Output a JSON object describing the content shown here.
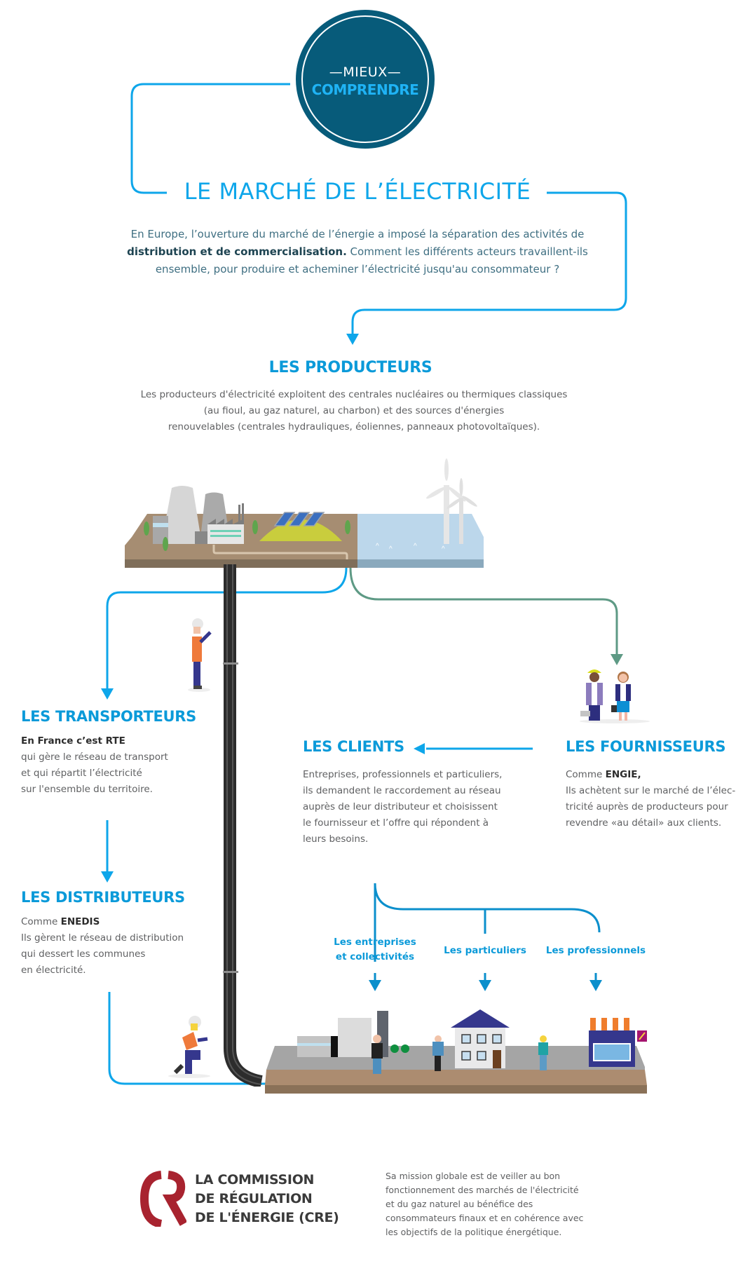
{
  "badge": {
    "top_text": "—MIEUX—",
    "bottom_text": "COMPRENDRE"
  },
  "title": "LE MARCHÉ DE L’ÉLECTRICITÉ",
  "intro": {
    "line1": "En Europe, l’ouverture du marché de l’énergie a imposé la séparation des activités de",
    "bold": "distribution et de commercialisation.",
    "line2_rest": " Comment les différents acteurs travaillent-ils",
    "line3": "ensemble, pour produire et acheminer l’électricité jusqu'au consommateur ?"
  },
  "producteurs": {
    "heading": "LES PRODUCTEURS",
    "lines": [
      "Les producteurs d'électricité exploitent des centrales nucléaires ou thermiques classiques",
      "(au fioul, au gaz naturel, au charbon) et des sources d'énergies",
      "renouvelables (centrales hydrauliques, éoliennes, panneaux photovoltaïques)."
    ]
  },
  "transporteurs": {
    "heading": "LES TRANSPORTEURS",
    "bold": "En France c’est RTE",
    "lines": [
      "qui gère le réseau de transport",
      "et qui répartit l’électricité",
      "sur l'ensemble du territoire."
    ]
  },
  "distributeurs": {
    "heading": "LES DISTRIBUTEURS",
    "prefix": "Comme ",
    "bold": "ENEDIS",
    "lines": [
      "Ils gèrent le réseau de distribution",
      "qui dessert les communes",
      "en électricité."
    ]
  },
  "clients": {
    "heading": "LES CLIENTS",
    "lines": [
      "Entreprises, professionnels et particuliers,",
      "ils demandent le raccordement au réseau",
      "auprès de leur distributeur et choisissent",
      "le fournisseur et l’offre qui répondent à",
      "leurs besoins."
    ],
    "categories": [
      {
        "line1": "Les entreprises",
        "line2": "et collectivités"
      },
      {
        "line1": "Les particuliers",
        "line2": ""
      },
      {
        "line1": "Les professionnels",
        "line2": ""
      }
    ]
  },
  "fournisseurs": {
    "heading": "LES FOURNISSEURS",
    "prefix": "Comme ",
    "bold": "ENGIE,",
    "lines": [
      "Ils achètent sur le marché de l’élec-",
      "tricité auprès de producteurs pour",
      "revendre «au détail» aux clients."
    ]
  },
  "cre": {
    "title_lines": [
      "LA COMMISSION",
      "DE RÉGULATION",
      "DE L'ÉNERGIE (CRE)"
    ],
    "text_lines": [
      "Sa mission globale est de veiller au bon",
      "fonctionnement des marchés de l'électricité",
      "et du gaz naturel au bénéfice des",
      "consommateurs finaux et en cohérence avec",
      "les objectifs de la politique énergétique."
    ]
  },
  "colors": {
    "accent_blue": "#0ea6ea",
    "heading_blue": "#0b9ad9",
    "badge_navy": "#075b7a",
    "green_line": "#5e9a85",
    "cre_red": "#a8232f"
  }
}
